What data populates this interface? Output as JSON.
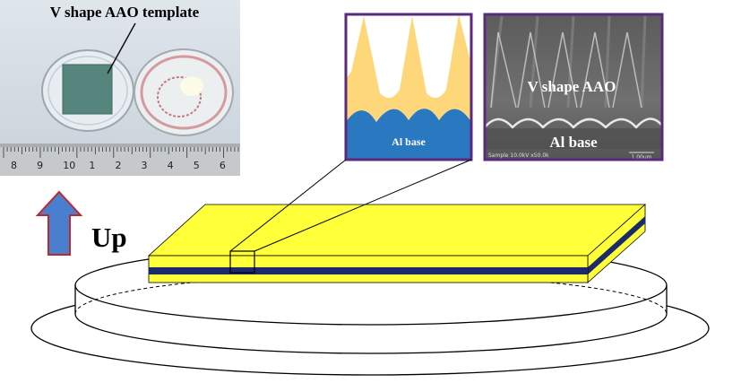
{
  "photo": {
    "caption": "V shape AAO template",
    "ruler_numbers": [
      "8",
      "9",
      "10",
      "1",
      "2",
      "3",
      "4",
      "5",
      "6"
    ]
  },
  "schematic": {
    "base_label": "Al base"
  },
  "sem": {
    "top_label": "V shape AAO",
    "bottom_label": "Al base",
    "info_bar": "Sample 10.0kV x50.0k",
    "scale_bar": "1.00um"
  },
  "arrow": {
    "label": "Up",
    "icon": "up-arrow-icon"
  },
  "colors": {
    "aao_yellow": "#ffec3a",
    "al_blue": "#2a78c0",
    "stripe_navy": "#1a2a6a",
    "frame_purple": "#5a2a7e",
    "arrow_blue": "#4a7fcf",
    "arrow_outline": "#c1272d"
  }
}
